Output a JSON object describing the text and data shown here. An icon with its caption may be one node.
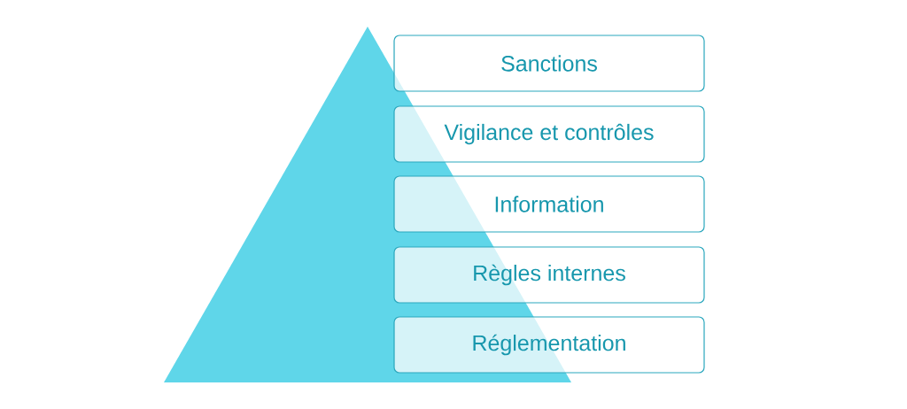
{
  "diagram": {
    "nodes": [
      {
        "text": [
          "Sanctions"
        ]
      },
      {
        "text": [
          "Vigilance et contrôles"
        ]
      },
      {
        "text": [
          "Information"
        ]
      },
      {
        "text": [
          "Règles internes"
        ]
      },
      {
        "text": [
          "Réglementation"
        ]
      }
    ]
  }
}
